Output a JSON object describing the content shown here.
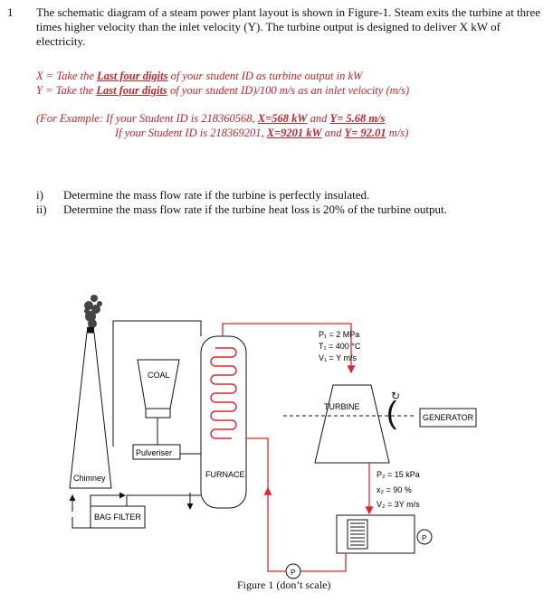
{
  "question": {
    "number": "1",
    "intro": "The schematic diagram of a steam power plant layout is shown in Figure-1. Steam exits the turbine at three times higher velocity than the inlet velocity (Y). The turbine output is designed to deliver X kW of electricity.",
    "x_def_pre": "X = Take the ",
    "x_def_link": "Last four digits",
    "x_def_post": " of your student ID as turbine output in kW",
    "y_def_pre": "Y = Take the ",
    "y_def_link": "Last four digits",
    "y_def_post": " of your student ID)/100 m/s as an inlet velocity (m/s)",
    "example_1_pre": "(For Example: If your Student ID is 218360568, ",
    "example_1_x": "X=568 kW",
    "example_1_mid": " and ",
    "example_1_y": "Y= 5.68 m/s",
    "example_2_pre": "If your Student ID is 218369201, ",
    "example_2_x": "X=9201 kW",
    "example_2_mid": " and ",
    "example_2_y": "Y= 92.01",
    "example_2_post": " m/s)",
    "tasks": [
      {
        "num": "i)",
        "text": "Determine the mass flow rate if the turbine is perfectly insulated."
      },
      {
        "num": "ii)",
        "text": "Determine the mass flow rate if the turbine heat loss is 20% of the turbine output."
      }
    ]
  },
  "diagram": {
    "coal": "COAL",
    "pulveriser": "Pulveriser",
    "chimney": "Chimney",
    "furnace": "FURNACE",
    "bag_filter": "BAG FILTER",
    "turbine": "TURBINE",
    "generator": "GENERATOR",
    "inlet_p": "P₁ = 2 MPa",
    "inlet_t": "T₁ = 400 °C",
    "inlet_v": "V₁ = Y m/s",
    "outlet_p": "P₂ = 15 kPa",
    "outlet_x": "x₂ = 90 %",
    "outlet_v": "V₂ = 3Y m/s",
    "pump": "P",
    "caption": "Figure 1 (don’t scale)"
  },
  "colors": {
    "example_text": "#c0262c",
    "steam_line": "#e0262c"
  }
}
